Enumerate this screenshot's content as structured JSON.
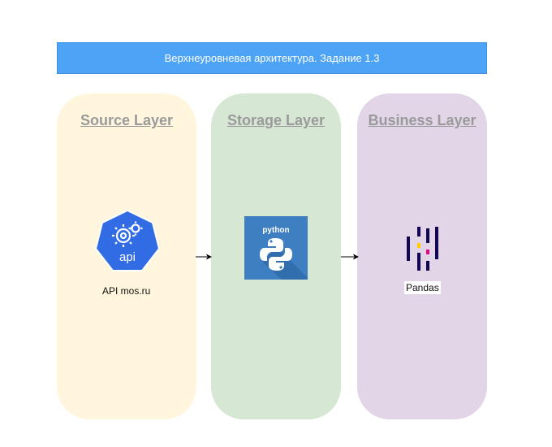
{
  "diagram": {
    "title": "Верхнеуровневая архитектура. Задание 1.3",
    "layers": [
      {
        "title": "Source Layer",
        "color": "#fff6dd"
      },
      {
        "title": "Storage Layer",
        "color": "#d6e8d3"
      },
      {
        "title": "Business Layer",
        "color": "#e3d5e8"
      }
    ],
    "nodes": {
      "api": {
        "label": "API mos.ru",
        "icon": "api-gear-icon",
        "icon_text": "api"
      },
      "python": {
        "icon": "python-logo-icon",
        "icon_text": "python"
      },
      "pandas": {
        "label": "Pandas",
        "icon": "pandas-logo-icon"
      }
    },
    "colors": {
      "title_bar": "#4da3f5",
      "api_blue": "#326ce5",
      "python_bg": "#3d7fc1",
      "pandas_dark": "#130754",
      "pandas_yellow": "#ffca00",
      "pandas_pink": "#e70488"
    }
  }
}
